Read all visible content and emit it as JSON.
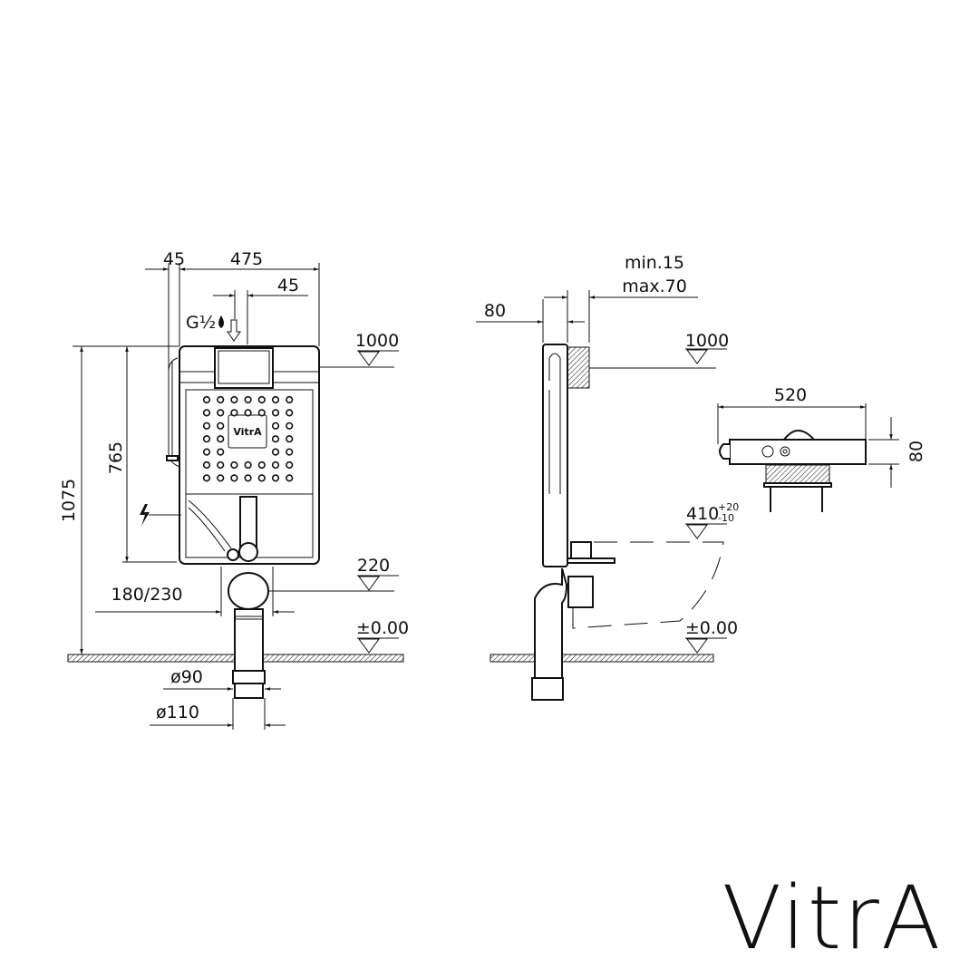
{
  "front_view": {
    "labels": {
      "left_offset": "45",
      "width": "475",
      "inlet_offset": "45",
      "inlet_thread": "G½",
      "flush_height": "1000",
      "frame_height": "765",
      "total_height": "1075",
      "drain_height": "220",
      "bolt_spacing": "180/230",
      "floor_level": "±0.00",
      "pipe_inner": "ø90",
      "pipe_outer": "ø110"
    },
    "frame_logo": "VitrA"
  },
  "side_view": {
    "labels": {
      "wall_depth": "min.15",
      "wall_depth_max": "max.70",
      "frame_depth": "80",
      "flush_height": "1000",
      "bowl_height": "410",
      "bowl_tol_plus": "+20",
      "bowl_tol_minus": "-10",
      "floor_level": "±0.00"
    }
  },
  "plan_view": {
    "labels": {
      "width": "520",
      "depth": "80"
    }
  },
  "brand_logo": "VitrA",
  "colors": {
    "line": "#111111",
    "background": "#ffffff"
  }
}
